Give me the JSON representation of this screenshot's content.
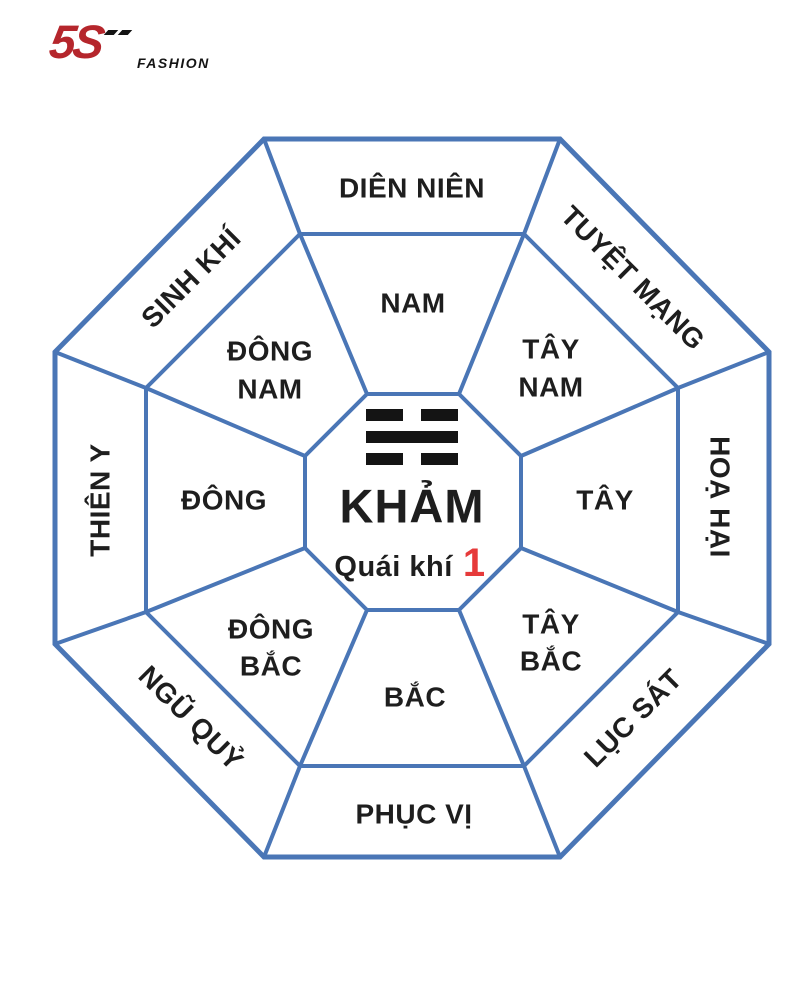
{
  "brand": {
    "name": "5S",
    "tagline": "FASHION",
    "marks_icon": "double-slash-icon"
  },
  "colors": {
    "line_blue": "#4a76b6",
    "text_ink": "#1e1e1e",
    "number_red": "#e63a3a",
    "logo_red": "#b5262c"
  },
  "diagram": {
    "center": {
      "trigram_icon": "kan-trigram-icon",
      "trigram_symbol": "☵",
      "name": "KHẢM",
      "qi_label": "Quái khí",
      "qi_value": "1"
    },
    "outer_ring": {
      "top": "DIÊN NIÊN",
      "top_right": "TUYỆT MẠNG",
      "right": "HOẠ HẠI",
      "bottom_right": "LỤC SÁT",
      "bottom": "PHỤC VỊ",
      "bottom_left": "NGŨ QUỶ",
      "left": "THIÊN Y",
      "top_left": "SINH KHÍ"
    },
    "middle_ring": {
      "top": "NAM",
      "top_right": [
        "TÂY",
        "NAM"
      ],
      "right": "TÂY",
      "bottom_right": [
        "TÂY",
        "BẮC"
      ],
      "bottom": "BẮC",
      "bottom_left": [
        "ĐÔNG",
        "BẮC"
      ],
      "left": "ĐÔNG",
      "top_left": [
        "ĐÔNG",
        "NAM"
      ]
    }
  }
}
